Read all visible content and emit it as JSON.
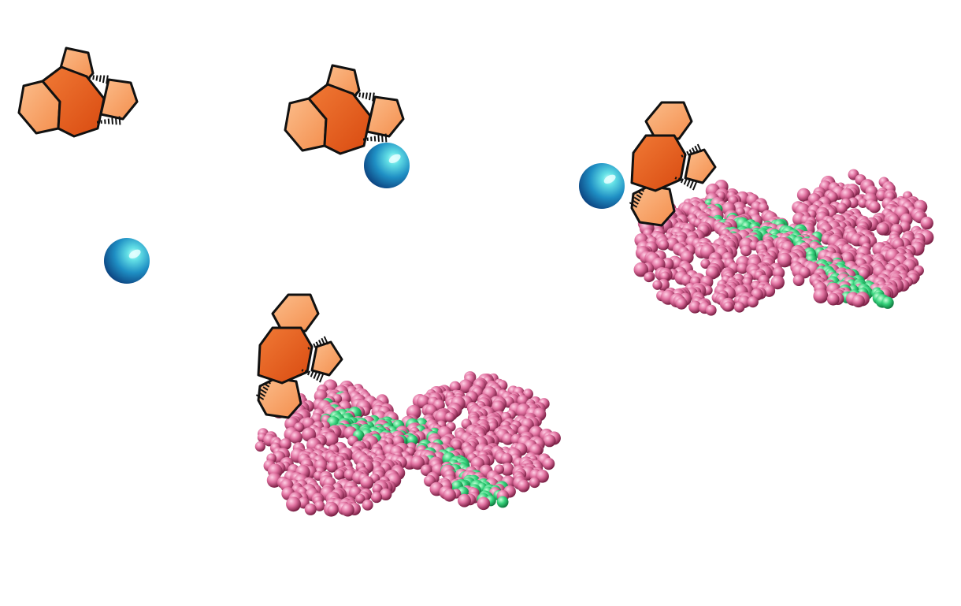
{
  "figure": {
    "title": "",
    "description_labels": []
  },
  "colors": {
    "background": "#ffffff",
    "ring_dark_orange": "#e8551c",
    "ring_light_orange": "#f9a56b",
    "ring_outline": "#111111",
    "ion_blue": "#1f7fb8",
    "ion_highlight": "#8ff4f2",
    "protein_pink": "#d9548f",
    "protein_dark": "#7a1d45",
    "ligand_green": "#2ec76a"
  },
  "elements": {
    "free_steroid": "steroid-molecule",
    "free_ion": "metal-ion",
    "steroid_ion_complex": "steroid-ion-complex",
    "steroid_protein_complex": "steroid-protein-complex",
    "ternary_complex": "steroid-ion-protein-complex"
  }
}
